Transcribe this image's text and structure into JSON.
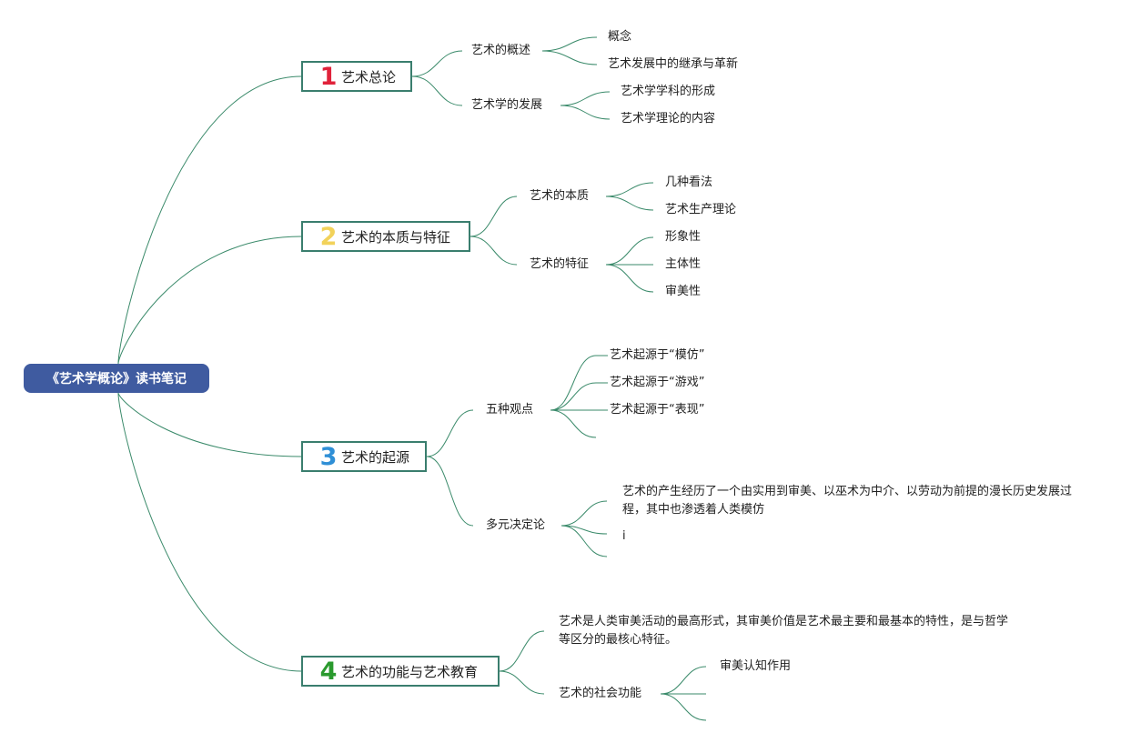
{
  "root": {
    "title": "《艺术学概论》读书笔记"
  },
  "colors": {
    "root_bg": "#3f5ba0",
    "line": "#3a8a6a",
    "n1": "#e0223a",
    "n2": "#f2d25a",
    "n3": "#2f8fd6",
    "n4": "#2a9a2e"
  },
  "branches": [
    {
      "num": "1",
      "title": "艺术总论",
      "children": [
        {
          "label": "艺术的概述",
          "children": [
            "概念",
            "艺术发展中的继承与革新"
          ]
        },
        {
          "label": "艺术学的发展",
          "children": [
            "艺术学学科的形成",
            "艺术学理论的内容"
          ]
        }
      ]
    },
    {
      "num": "2",
      "title": "艺术的本质与特征",
      "children": [
        {
          "label": "艺术的本质",
          "children": [
            "几种看法",
            "艺术生产理论"
          ]
        },
        {
          "label": "艺术的特征",
          "children": [
            "形象性",
            "主体性",
            "审美性"
          ]
        }
      ]
    },
    {
      "num": "3",
      "title": "艺术的起源",
      "children": [
        {
          "label": "五种观点",
          "children": [
            "艺术起源于“模仿”",
            "艺术起源于“游戏”",
            "艺术起源于“表现”",
            ""
          ]
        },
        {
          "label": "多元决定论",
          "children": [
            "艺术的产生经历了一个由实用到审美、以巫术为中介、以劳动为前提的漫长历史发展过程，其中也渗透着人类模仿",
            "i",
            ""
          ]
        }
      ]
    },
    {
      "num": "4",
      "title": "艺术的功能与艺术教育",
      "children": [
        {
          "label": "艺术是人类审美活动的最高形式，其审美价值是艺术最主要和最基本的特性，是与哲学等区分的最核心特征。",
          "children": []
        },
        {
          "label": "艺术的社会功能",
          "children": [
            "审美认知作用",
            "",
            ""
          ]
        }
      ]
    }
  ]
}
